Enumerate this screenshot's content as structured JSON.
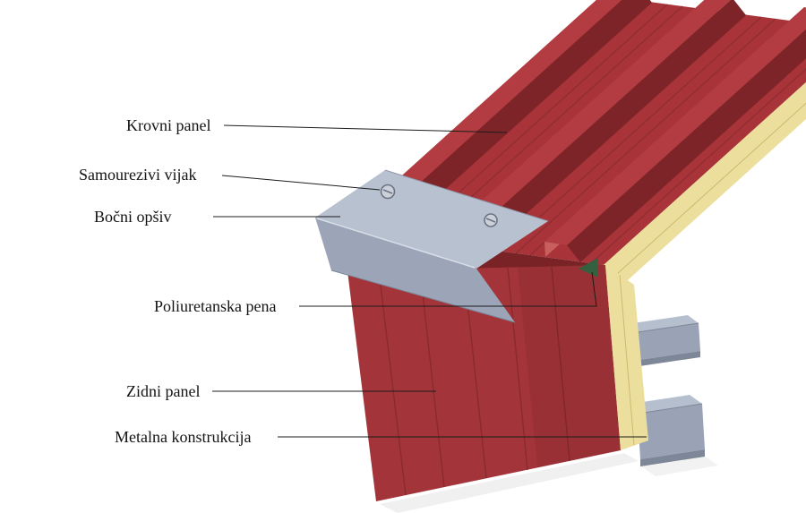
{
  "figure": {
    "type": "technical-illustration",
    "subject": "Sandwich panel roof-wall corner assembly with labeled components"
  },
  "labels": {
    "roof_panel": "Krovni panel",
    "self_tapping_screw": "Samourezivi vijak",
    "side_flashing": "Bočni opšiv",
    "polyurethane_foam": "Poliuretanska pena",
    "wall_panel": "Zidni panel",
    "metal_structure": "Metalna konstrukcija"
  },
  "colors": {
    "roof_pan": "#a8343a",
    "roof_rib_light": "#c95f5c",
    "roof_rib_top": "#b23c41",
    "roof_rib_dark": "#7d2428",
    "roof_groove": "#8a2b30",
    "roof_edge_dark": "#7a2327",
    "foam": "#ecdf9d",
    "foam_shade": "#cdb970",
    "wall_face": "#a33439",
    "wall_groove": "#86292e",
    "flashing_top": "#b8c1d0",
    "flashing_front": "#9ba5b7",
    "flashing_edge": "#7c8699",
    "screw": "#ccd1d9",
    "screw_ring": "#6b7384",
    "beam_top": "#b6bfce",
    "beam_front": "#99a3b5",
    "beam_dark": "#7d8798",
    "green_foam": "#34603f",
    "line": "#1c1c1c"
  }
}
